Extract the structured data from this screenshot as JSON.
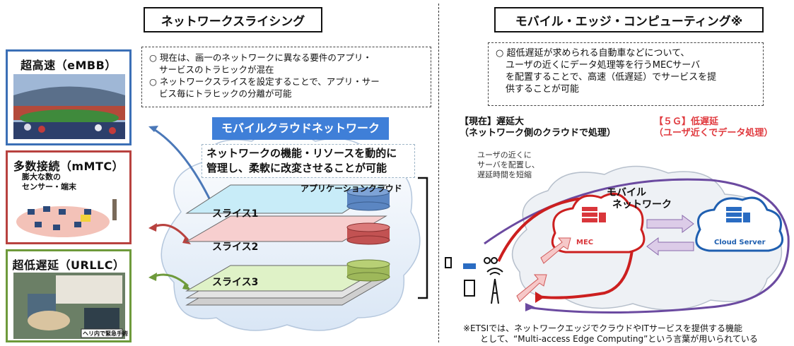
{
  "left": {
    "title": "ネットワークスライシング",
    "note_line1": "○ 現在は、画一のネットワークに異なる要件のアプリ・",
    "note_line2": "サービスのトラヒックが混在",
    "note_line3": "○ ネットワークスライスを設定することで、アプリ・サー",
    "note_line4": "ビス毎にトラヒックの分離が可能",
    "categories": [
      {
        "label": "超高速（eMBB）",
        "color": "#3b6fb6"
      },
      {
        "label": "多数接続（mMTC）",
        "color": "#b8423f",
        "caption1": "膨大な数の",
        "caption2": "センサー・端末"
      },
      {
        "label": "超低遅延（URLLC）",
        "color": "#6e9a3b",
        "caption": "ヘリ内で緊急手術"
      }
    ],
    "mcn_label": "モバイルクラウドネットワーク",
    "mcn_desc1": "ネットワークの機能・リソースを動的に",
    "mcn_desc2": "管理し、柔軟に改変させることが可能",
    "app_cloud": "アプリケーションクラウド",
    "slices": [
      "スライス1",
      "スライス2",
      "スライス3"
    ]
  },
  "right": {
    "title": "モバイル・エッジ・コンピューティング※",
    "note_line1": "○ 超低遅延が求められる自動車などについて、",
    "note_line2": "ユーザの近くにデータ処理等を行うMECサーバ",
    "note_line3": "を配置することで、高速（低遅延）でサービスを提",
    "note_line4": "供することが可能",
    "current_line1": "【現在】遅延大",
    "current_line2": "（ネットワーク側のクラウドで処理）",
    "fiveg_line1": "【５Ｇ】低遅延",
    "fiveg_line2": "（ユーザ近くでデータ処理）",
    "side_note1": "ユーザの近くに",
    "side_note2": "サーバを配置し、",
    "side_note3": "遅延時間を短縮",
    "mobile_net1": "モバイル",
    "mobile_net2": "ネットワーク",
    "mec_label": "MEC",
    "cloud_server_label": "Cloud Server",
    "footnote1": "※ETSIでは、ネットワークエッジでクラウドやITサービスを提供する機能",
    "footnote2": "として、“Multi-access Edge Computing”という言葉が用いられている"
  },
  "colors": {
    "red": "#e0393e",
    "purple": "#6b4aa0",
    "blue": "#3f7fd8"
  }
}
